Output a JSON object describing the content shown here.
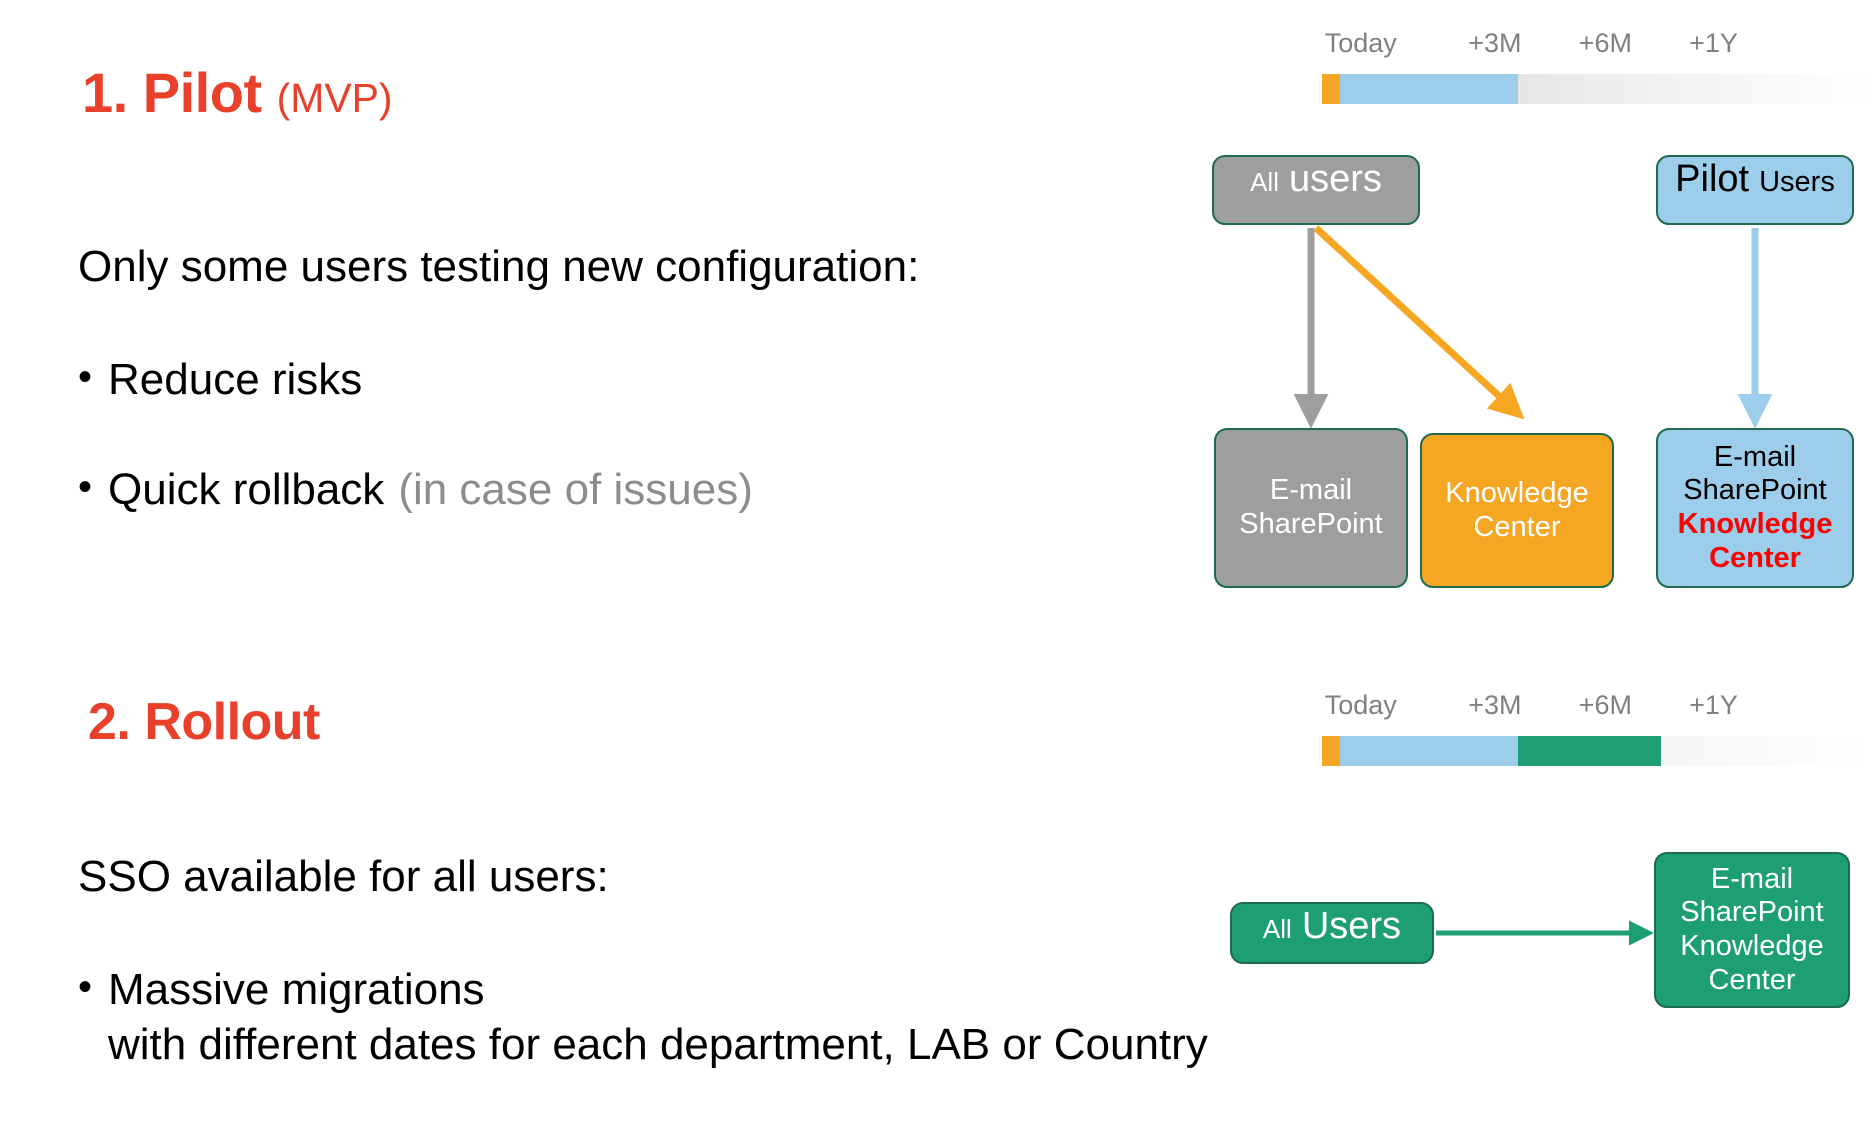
{
  "slide": {
    "sections": [
      {
        "number_title": "1. Pilot",
        "title_suffix": "(MVP)",
        "intro": "Only some users testing new configuration:",
        "bullets": [
          {
            "dot": "•",
            "text": "Reduce risks",
            "note": ""
          },
          {
            "dot": "•",
            "text": "Quick rollback",
            "note": "(in case of issues)"
          }
        ]
      },
      {
        "number_title": "2. Rollout",
        "title_suffix": "",
        "intro": "SSO available for all users:",
        "bullets": [
          {
            "dot": "•",
            "text": "Massive migrations",
            "line2": "with different dates for each department, LAB or Country"
          }
        ]
      }
    ]
  },
  "timelines": [
    {
      "name": "pilot-timeline",
      "labels": [
        "Today",
        "+3M",
        "+6M",
        "+1Y"
      ],
      "label_positions_pct": [
        0.5,
        26.5,
        46.5,
        66.5
      ],
      "segments": [
        {
          "name": "today-marker",
          "color": "#F5A623",
          "start_pct": 0,
          "end_pct": 3.3
        },
        {
          "name": "pilot-phase",
          "color": "#9CCDEA",
          "start_pct": 3.3,
          "end_pct": 35.5
        }
      ],
      "track_color": "#d6d6d6"
    },
    {
      "name": "rollout-timeline",
      "labels": [
        "Today",
        "+3M",
        "+6M",
        "+1Y"
      ],
      "label_positions_pct": [
        0.5,
        26.5,
        46.5,
        66.5
      ],
      "segments": [
        {
          "name": "today-marker",
          "color": "#F5A623",
          "start_pct": 0,
          "end_pct": 3.3
        },
        {
          "name": "pilot-phase",
          "color": "#9CCDEA",
          "start_pct": 3.3,
          "end_pct": 35.5
        },
        {
          "name": "rollout-phase",
          "color": "#1E9E74",
          "start_pct": 35.5,
          "end_pct": 61.5
        }
      ],
      "track_color": "#ececec"
    }
  ],
  "pilot_diagram": {
    "all_users": {
      "small": "All",
      "large": "users"
    },
    "pilot_users": {
      "large": "Pilot",
      "small": "Users"
    },
    "email_sharepoint_gray": {
      "line1": "E-mail",
      "line2": "SharePoint"
    },
    "knowledge_center": {
      "line1": "Knowledge",
      "line2": "Center"
    },
    "email_sharepoint_blue": {
      "line1": "E-mail",
      "line2": "SharePoint",
      "line3": "Knowledge",
      "line4": "Center"
    },
    "arrows": [
      {
        "name": "gray-arrow-all-users-to-email",
        "color": "#9e9e9e"
      },
      {
        "name": "orange-arrow-all-users-to-knowledge-center",
        "color": "#F5A623"
      },
      {
        "name": "blue-arrow-pilot-users-to-services",
        "color": "#9CCDEA"
      }
    ]
  },
  "rollout_diagram": {
    "all_users": {
      "small": "All",
      "large": "Users"
    },
    "services": {
      "line1": "E-mail",
      "line2": "SharePoint",
      "line3": "Knowledge",
      "line4": "Center"
    },
    "arrows": [
      {
        "name": "green-arrow-all-users-to-services",
        "color": "#1E9E74"
      }
    ]
  },
  "colors": {
    "accent_red": "#E8402A",
    "orange": "#F5A623",
    "light_blue": "#9CCDEA",
    "green": "#1E9E74",
    "gray": "#9e9e9e",
    "border_green": "#1e6b4e",
    "muted_text": "#8c8c8c"
  }
}
